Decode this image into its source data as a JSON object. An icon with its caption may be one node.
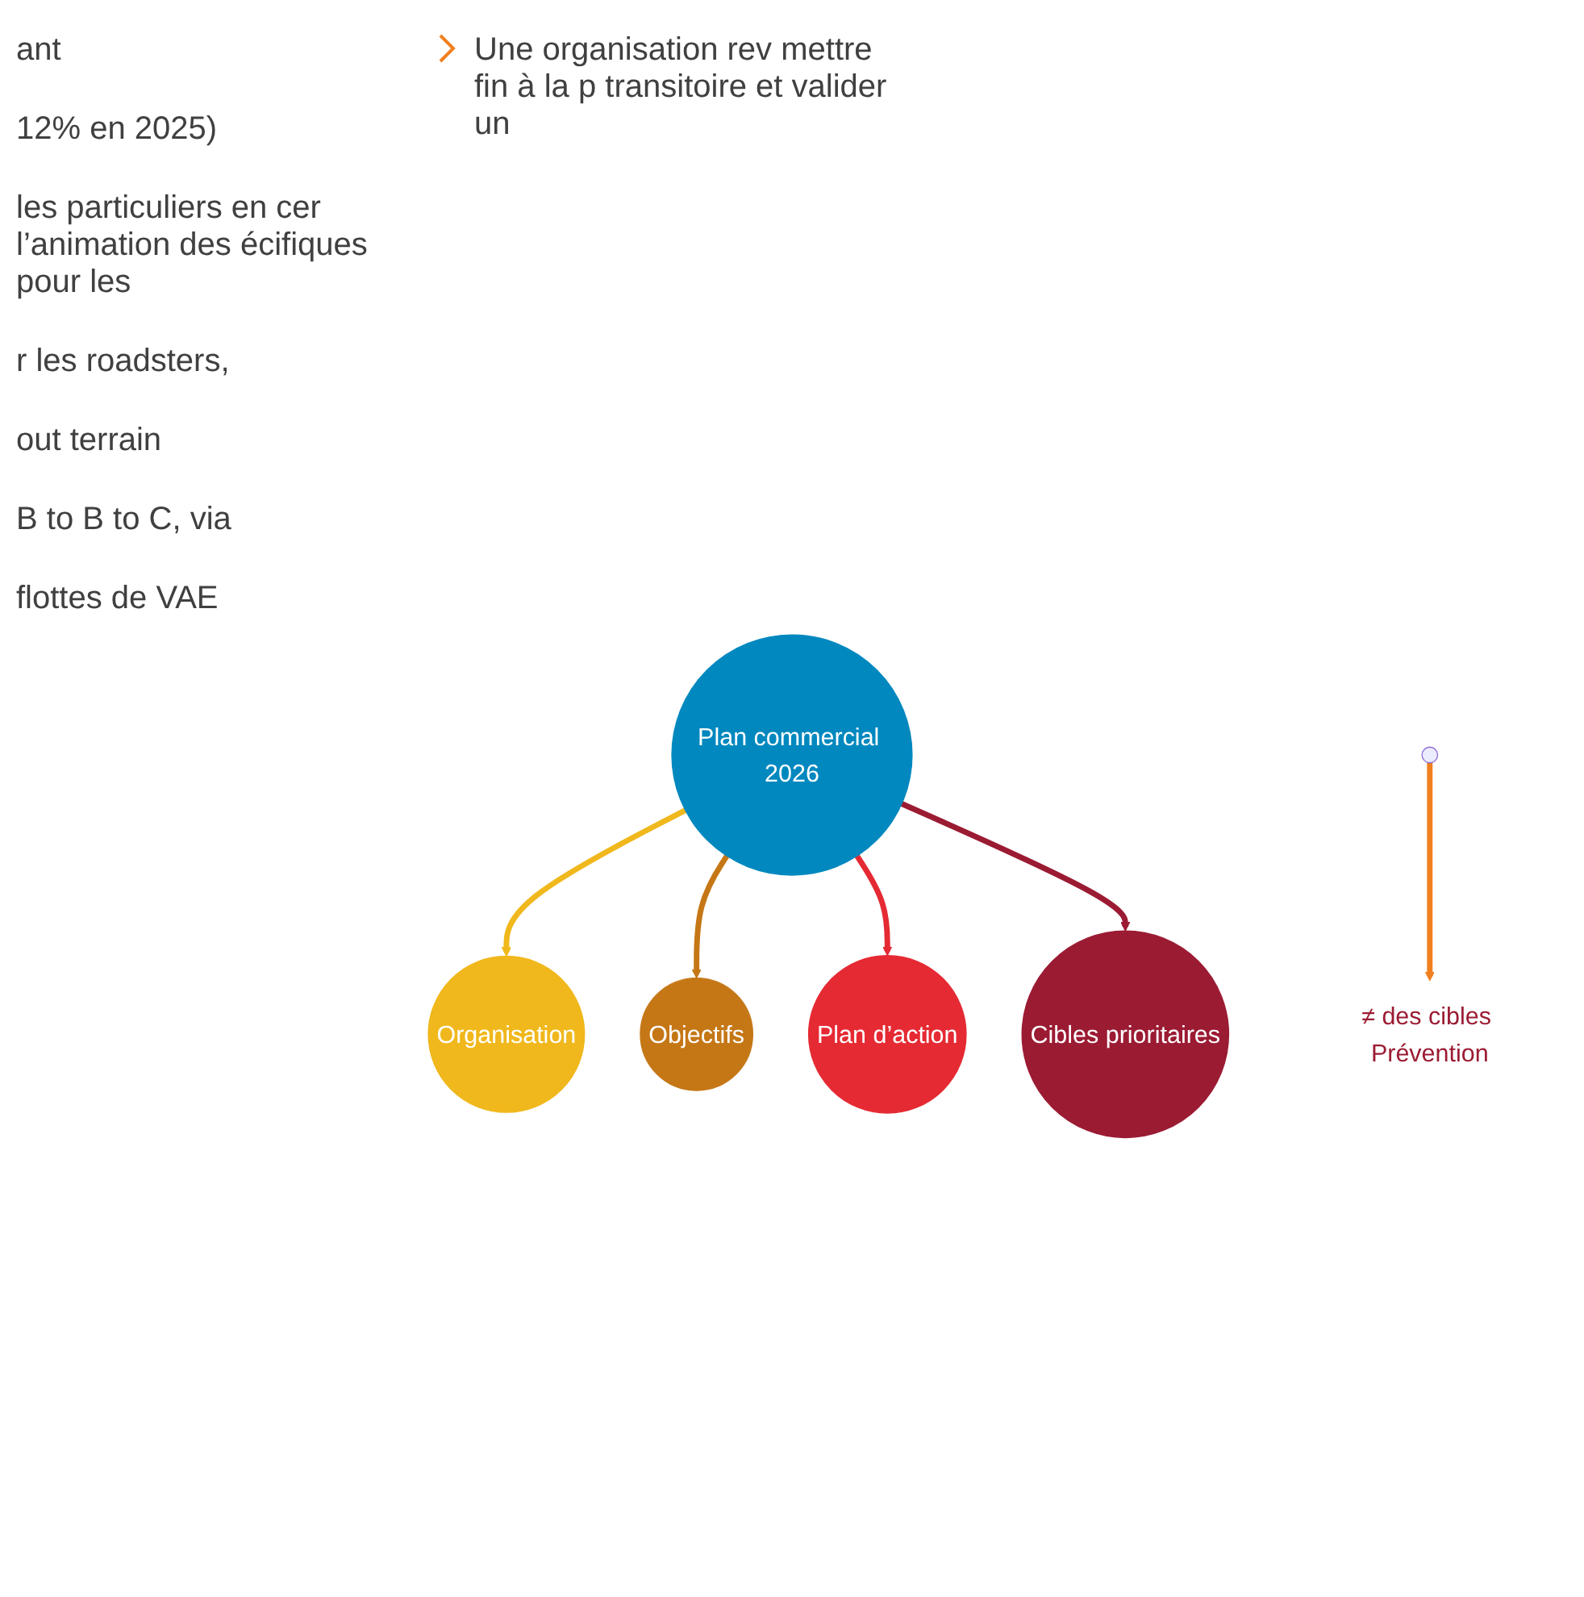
{
  "diagram": {
    "nodes": [
      {
        "text": [
          "Plan commercial 2026"
        ]
      },
      {
        "text": [
          "Organisation"
        ]
      },
      {
        "text": [
          "Objectifs"
        ]
      },
      {
        "text": [
          "Plan d’action"
        ]
      },
      {
        "text": [
          "Cibles prioritaires"
        ]
      },
      {
        "text": [
          "≠ des cibles Prévention"
        ]
      }
    ],
    "edges": [
      {
        "from": 0,
        "to": 1,
        "arrow": "to",
        "color": "#f0b81c"
      },
      {
        "from": 0,
        "to": 2,
        "arrow": "to",
        "color": "#c57716"
      },
      {
        "from": 0,
        "to": 3,
        "arrow": "to",
        "color": "#e52a33"
      },
      {
        "from": 0,
        "to": 4,
        "arrow": "to",
        "color": "#9b1b33"
      },
      {
        "from": null,
        "to": 5,
        "arrow": "to",
        "color": "#f08020"
      }
    ],
    "labels": [
      "ant",
      "12% en 2025)",
      "les particuliers en cer l’animation des écifiques pour les",
      "Une organisation rev mettre fin à la p transitoire et valider un",
      "r les roadsters,",
      "out terrain",
      "B to B to C, via",
      "flottes de VAE"
    ]
  }
}
